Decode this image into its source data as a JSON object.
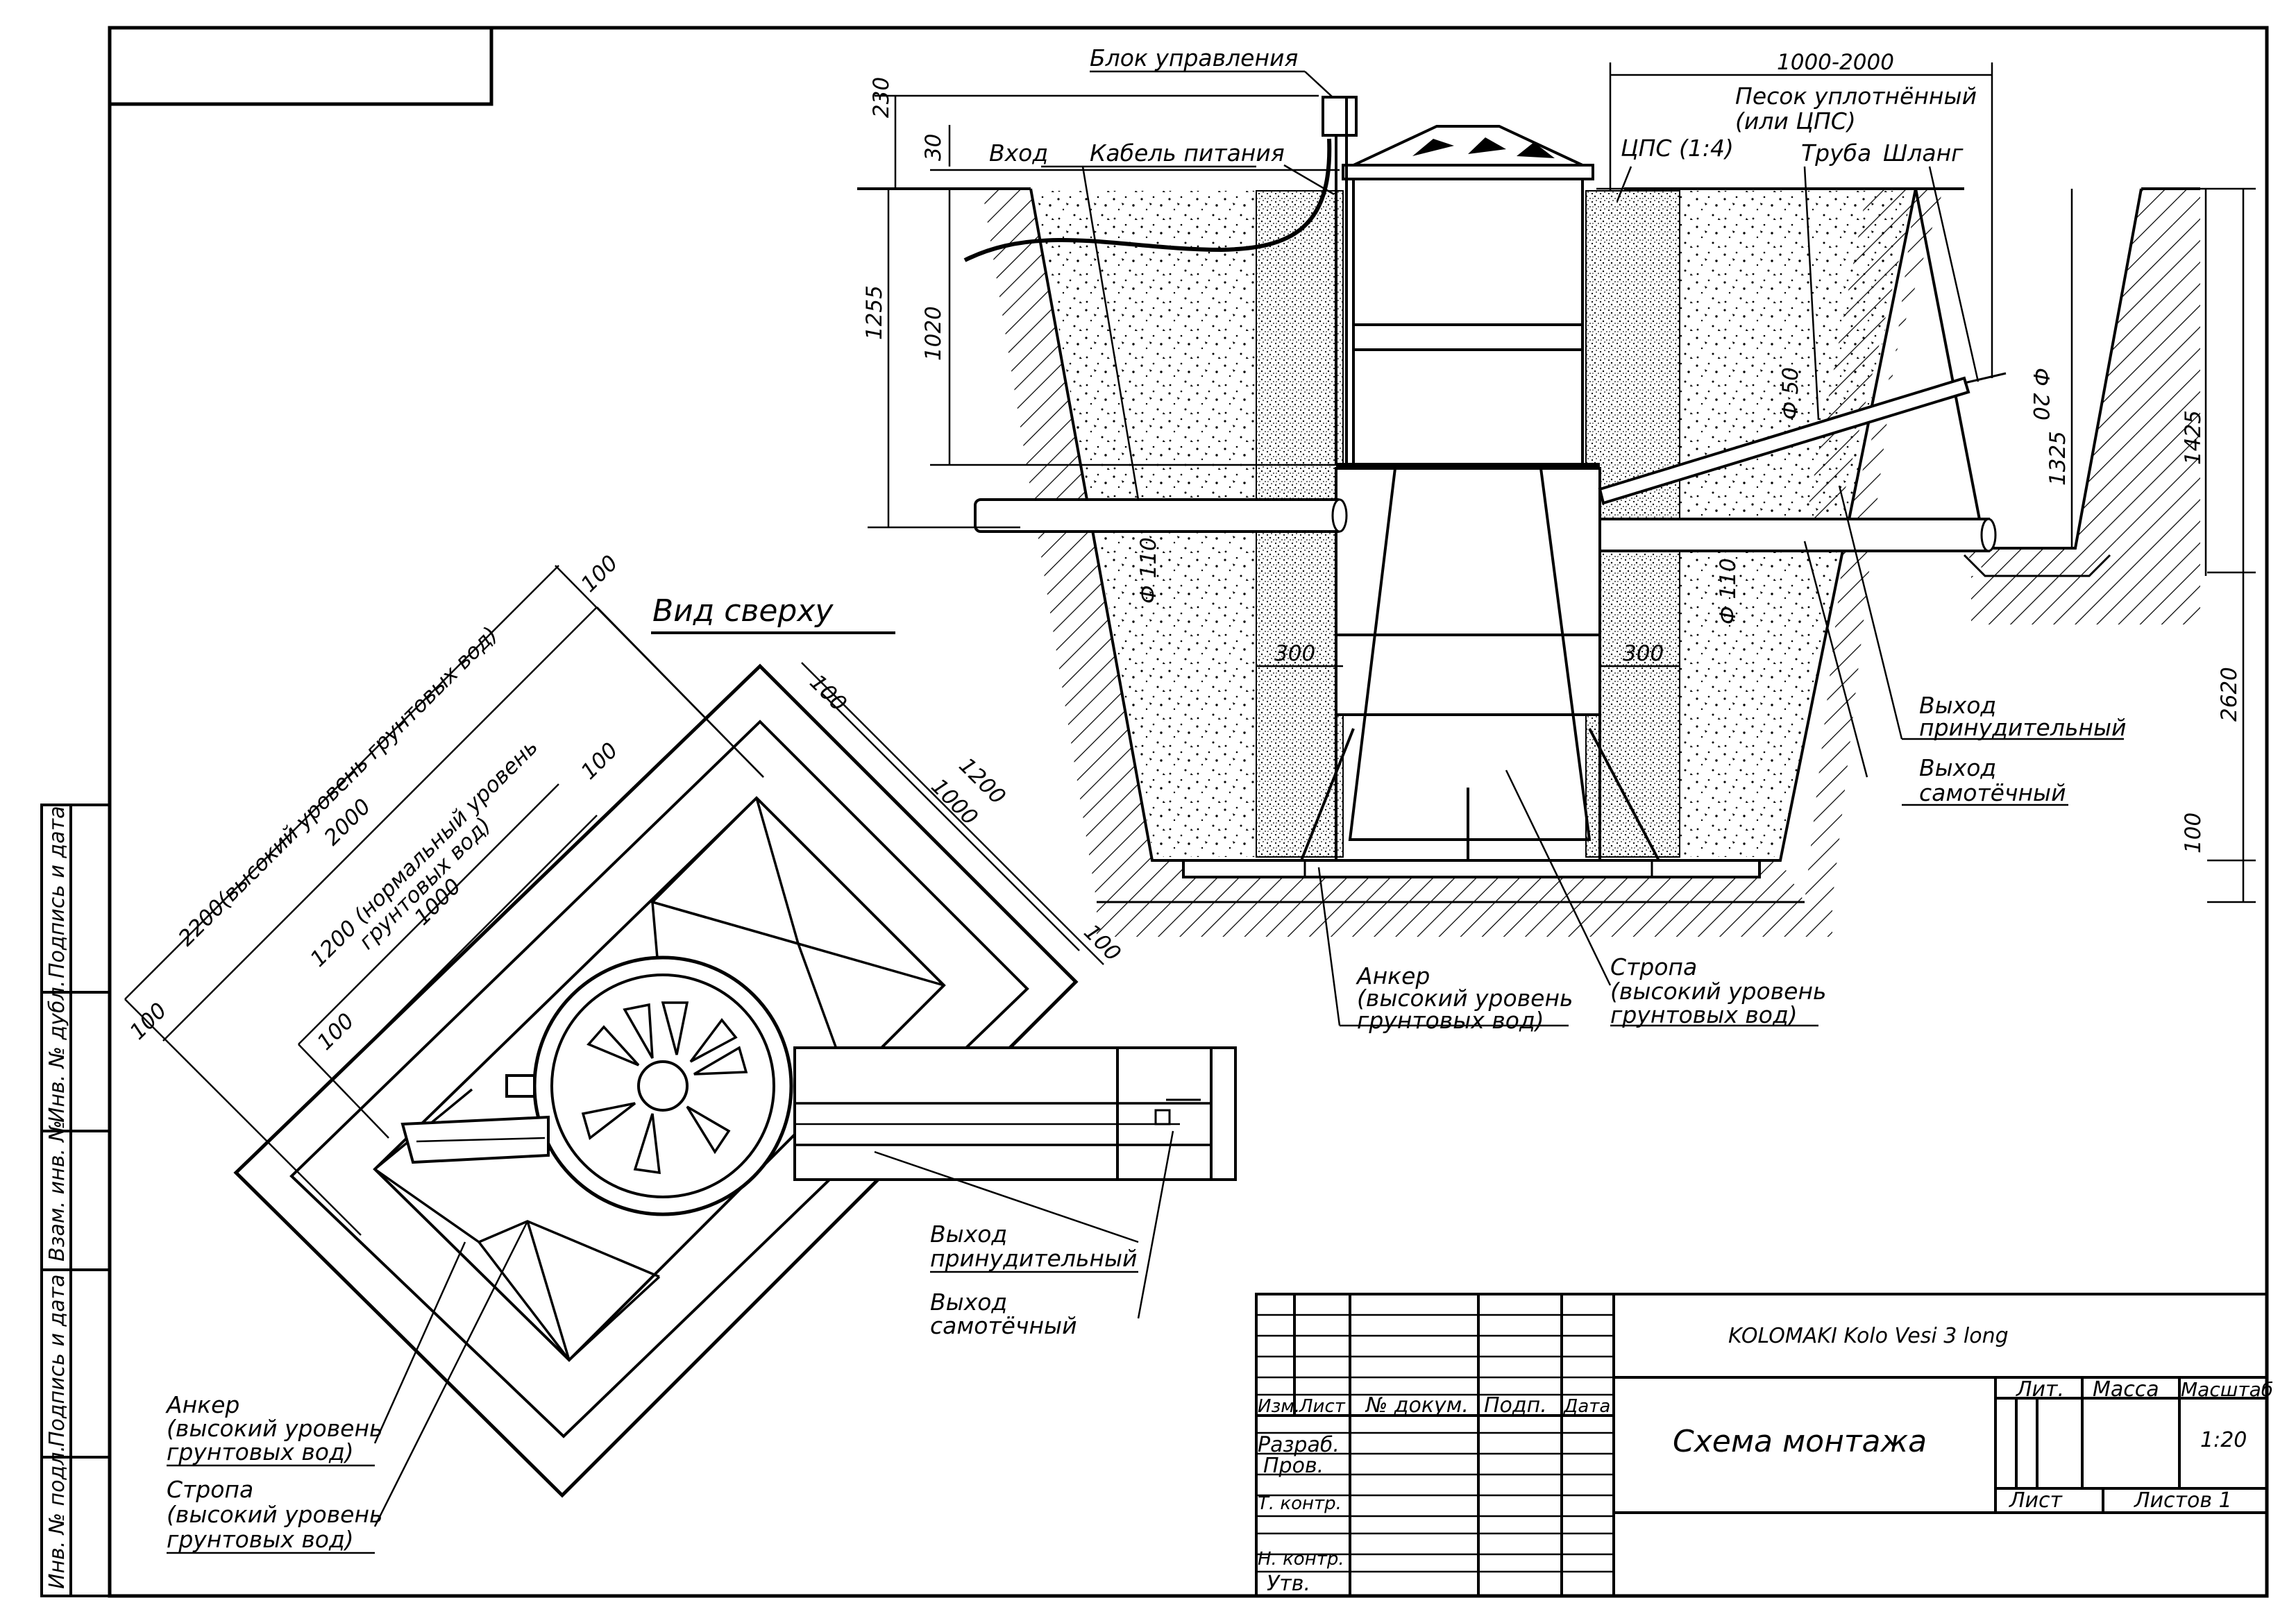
{
  "frame": {
    "stroke": "#000000",
    "background": "#ffffff"
  },
  "section": {
    "labels": {
      "control_unit": "Блок управления",
      "inlet": "Вход",
      "power_cable": "Кабель питания",
      "cps": "ЦПС (1:4)",
      "sand": "Песок уплотнённый",
      "sand_alt": "(или ЦПС)",
      "pipe": "Труба",
      "hose": "Шланг",
      "outlet_forced_1": "Выход",
      "outlet_forced_2": "принудительный",
      "outlet_gravity_1": "Выход",
      "outlet_gravity_2": "самотёчный",
      "anchor_1": "Анкер",
      "anchor_2": "(высокий уровень",
      "anchor_3": "грунтовых вод)",
      "strap_1": "Стропа",
      "strap_2": "(высокий уровень",
      "strap_3": "грунтовых вод)"
    },
    "dims": {
      "d230": "230",
      "d30": "30",
      "d1255": "1255",
      "d1020": "1020",
      "d1000_2000": "1000-2000",
      "d1325": "1325",
      "d1425": "1425",
      "d2620": "2620",
      "d100": "100",
      "d300_l": "300",
      "d300_r": "300",
      "phi110_l": "Ф 110",
      "phi110_r": "Ф 110",
      "phi50": "Ф 50",
      "phi20": "Ф 20"
    }
  },
  "plan": {
    "title": "Вид сверху",
    "dims": {
      "d2200": "2200(высокий уровень грунтовых вод)",
      "d2000": "2000",
      "d1200a": "1200 (нормальный уровень",
      "d1200b": "грунтовых вод)",
      "d1000": "1000",
      "d100_tl": "100",
      "d100_ml": "100",
      "d100_bl": "100",
      "d100_bl2": "100",
      "d100_tr": "100",
      "d100_br": "100",
      "d1200_r": "1200",
      "d1000_r": "1000"
    },
    "labels": {
      "outlet_forced_1": "Выход",
      "outlet_forced_2": "принудительный",
      "outlet_gravity_1": "Выход",
      "outlet_gravity_2": "самотёчный",
      "anchor_1": "Анкер",
      "anchor_2": "(высокий уровень",
      "anchor_3": "грунтовых вод)",
      "strap_1": "Стропа",
      "strap_2": "(высокий уровень",
      "strap_3": "грунтовых вод)"
    }
  },
  "side_strip": {
    "sign_date_1": "Подпись и дата",
    "dup_inv": "Инв. № дубл.",
    "inv_replace": "Взам. инв. №",
    "sign_date_2": "Подпись и дата",
    "inv_orig": "Инв. № подл."
  },
  "title_block": {
    "product": "KOLOMAKI Kolo Vesi 3 long",
    "drawing_title": "Схема монтажа",
    "col_izm": "Изм.",
    "col_list": "Лист",
    "col_doc": "№ докум.",
    "col_sign": "Подп.",
    "col_date": "Дата",
    "row_dev": "Разраб.",
    "row_check": "Пров.",
    "row_tcontrol": "Т. контр.",
    "row_ncontrol": "Н. контр.",
    "row_approve": "Утв.",
    "lit": "Лит.",
    "mass": "Масса",
    "scale_label": "Масштаб",
    "scale": "1:20",
    "sheet": "Лист",
    "sheets": "Листов 1"
  }
}
